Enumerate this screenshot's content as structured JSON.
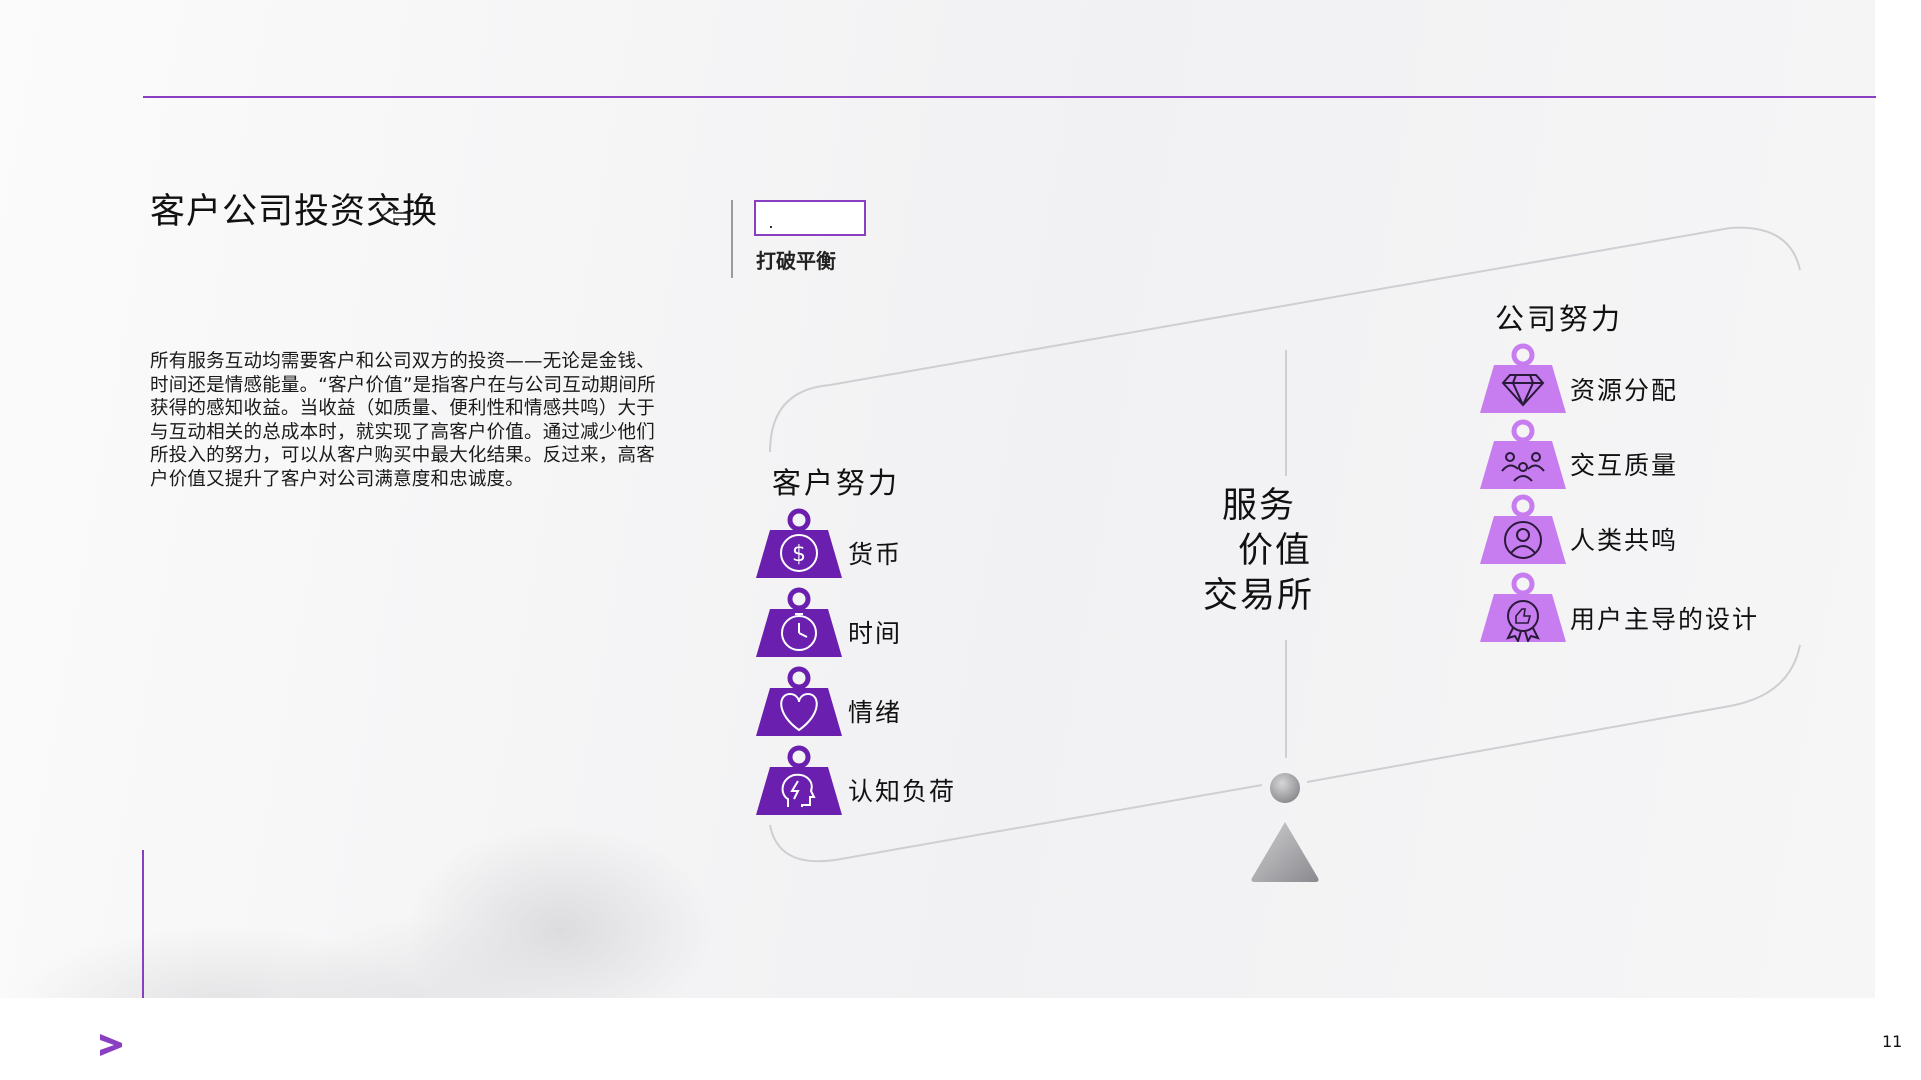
{
  "slide": {
    "title": "客户公司投资交换",
    "body": "所有服务互动均需要客户和公司双方的投资——无论是金钱、时间还是情感能量。“客户价值”是指客户在与公司互动期间所获得的感知收益。当收益（如质量、便利性和情感共鸣）大于与互动相关的总成本时，就实现了高客户价值。通过减少他们所投入的努力，可以从客户购买中最大化结果。反过来，高客户价值又提升了客户对公司满意度和忠诚度。",
    "tag_label": "打破平衡",
    "page_number": "11"
  },
  "customer": {
    "heading": "客户努力",
    "items": [
      {
        "label": "货币",
        "icon": "dollar-coin-icon"
      },
      {
        "label": "时间",
        "icon": "stopwatch-icon"
      },
      {
        "label": "情绪",
        "icon": "heart-icon"
      },
      {
        "label": "认知负荷",
        "icon": "brain-lightning-icon"
      }
    ]
  },
  "company": {
    "heading": "公司努力",
    "items": [
      {
        "label": "资源分配",
        "icon": "diamond-icon"
      },
      {
        "label": "交互质量",
        "icon": "people-group-icon"
      },
      {
        "label": "人类共鸣",
        "icon": "person-circle-icon"
      },
      {
        "label": "用户主导的设计",
        "icon": "thumbs-up-badge-icon"
      }
    ]
  },
  "center": {
    "line1": "服务",
    "line2": "价值",
    "line3": "交易所"
  },
  "colors": {
    "accent": "#8a3fc3",
    "customer_weight": "#6a1fae",
    "company_weight": "#c77df0",
    "scale_line": "#c9c9cd"
  }
}
